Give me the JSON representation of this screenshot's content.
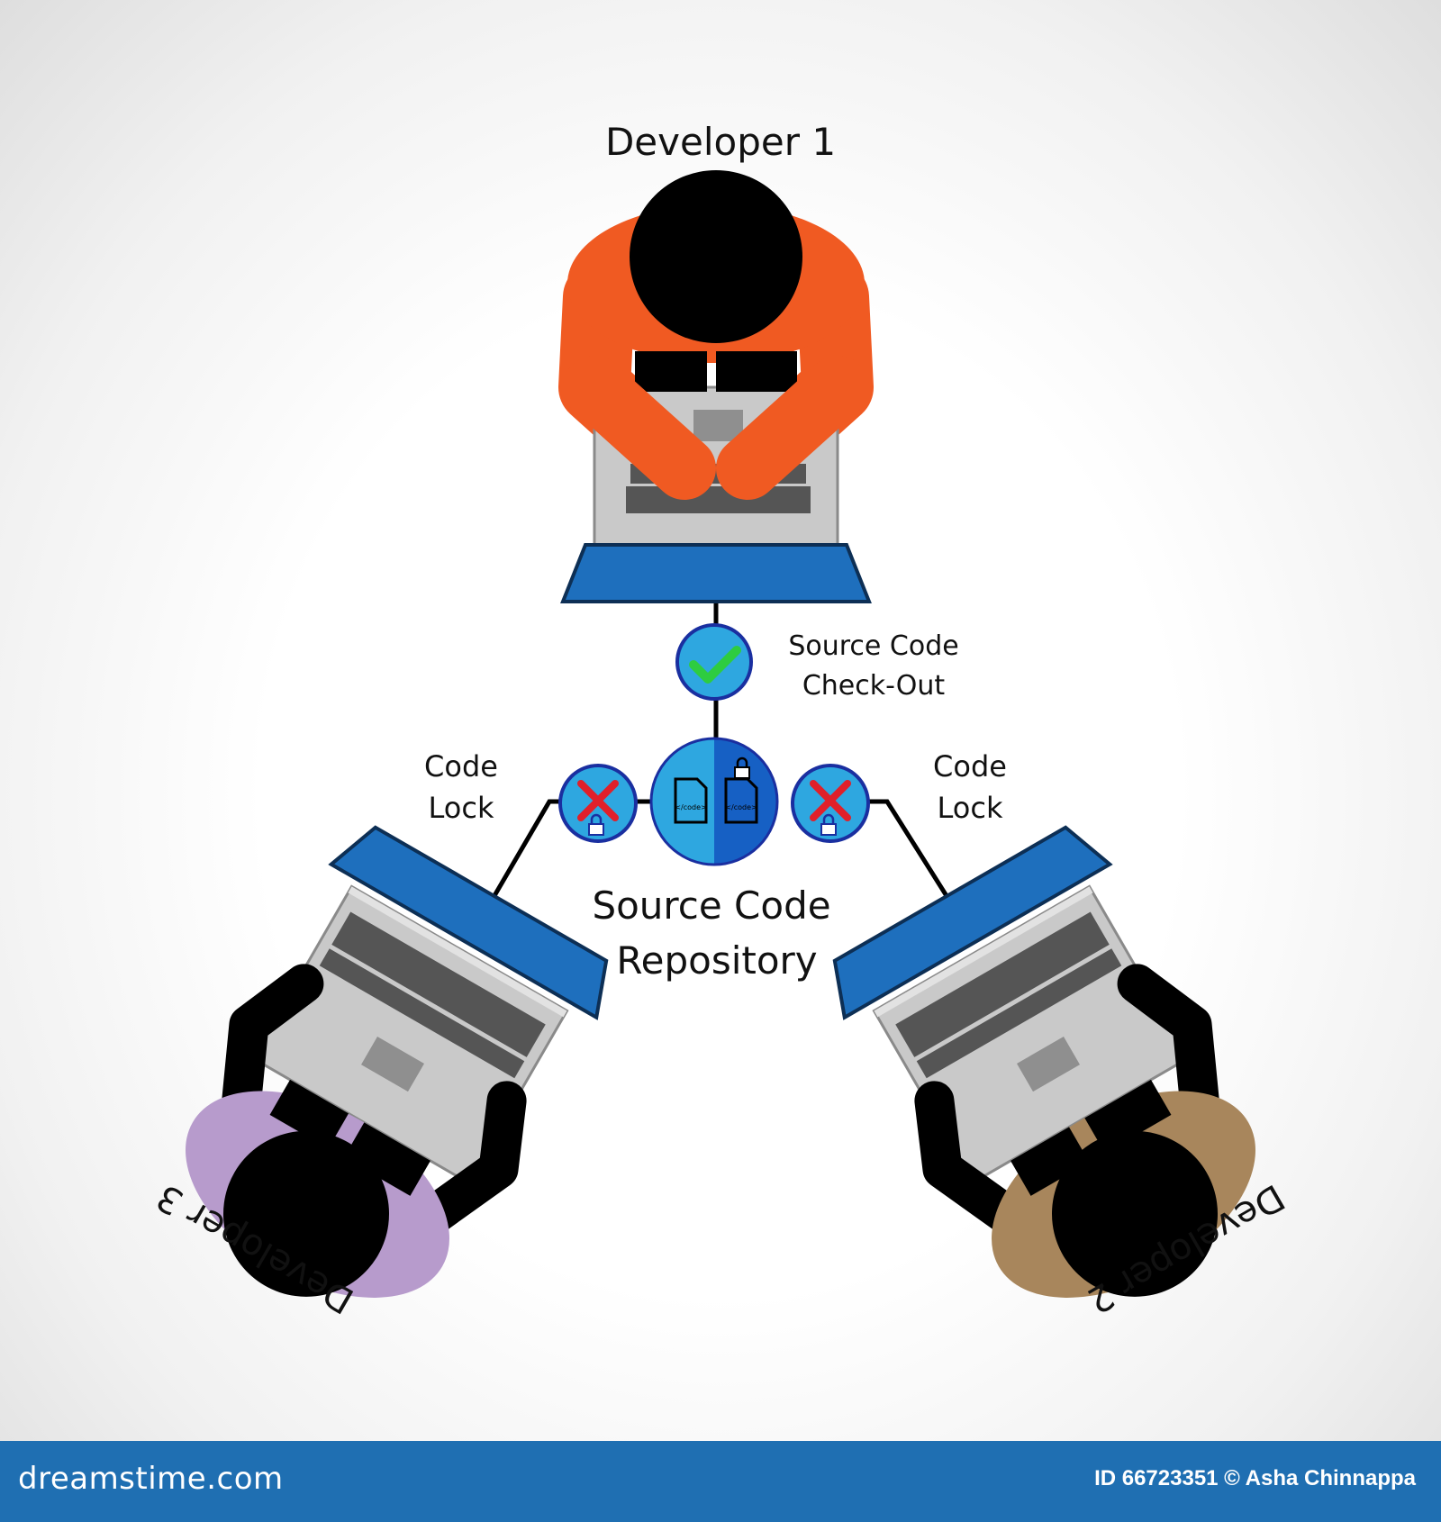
{
  "developers": {
    "dev1": {
      "label": "Developer  1",
      "shirt_color": "#f05a22"
    },
    "dev2": {
      "label": "Developer 2",
      "shirt_color": "#a8865c"
    },
    "dev3": {
      "label": "Developer 3",
      "shirt_color": "#b79bcc"
    }
  },
  "checkout": {
    "line1": "Source Code",
    "line2": "Check-Out",
    "icon": "checkmark-icon",
    "color": "#2ecc40"
  },
  "locks": {
    "left": {
      "line1": "Code",
      "line2": "Lock",
      "icon": "x-lock-icon"
    },
    "right": {
      "line1": "Code",
      "line2": "Lock",
      "icon": "x-lock-icon"
    },
    "x_color": "#e0202a"
  },
  "repository": {
    "line1": "Source Code",
    "line2": "Repository",
    "file_label": "</code>"
  },
  "colors": {
    "laptop_screen": "#1e6fbd",
    "laptop_base": "#c9c9c9",
    "keyboard": "#555555",
    "node_fill": "#2ea7e0",
    "node_ring": "#1a2fa0"
  },
  "footer": {
    "brand": "dreamstime.com",
    "credit": "ID 66723351 © Asha Chinnappa"
  }
}
